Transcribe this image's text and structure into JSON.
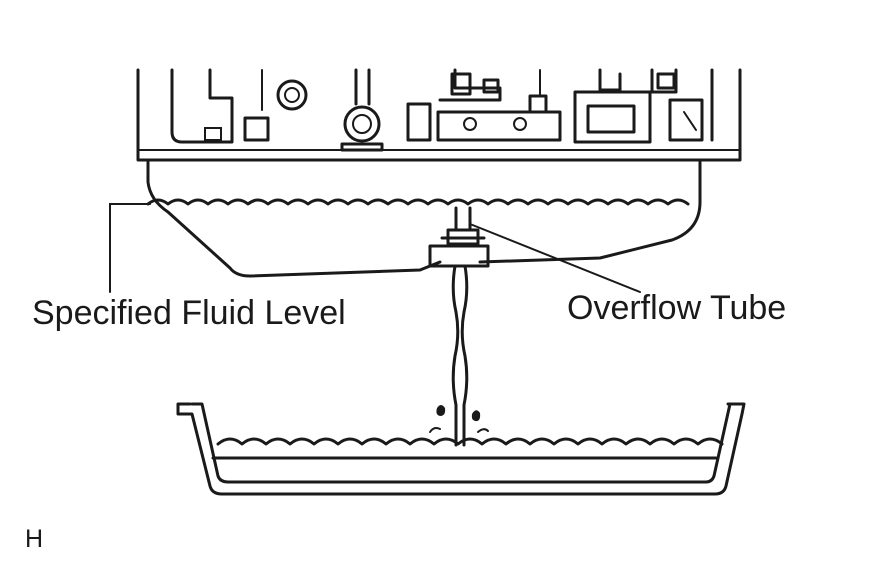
{
  "labels": {
    "specified_fluid_level": "Specified Fluid Level",
    "overflow_tube": "Overflow Tube",
    "figure_code": "H"
  },
  "colors": {
    "ink": "#1a1a1a",
    "background": "#ffffff"
  }
}
